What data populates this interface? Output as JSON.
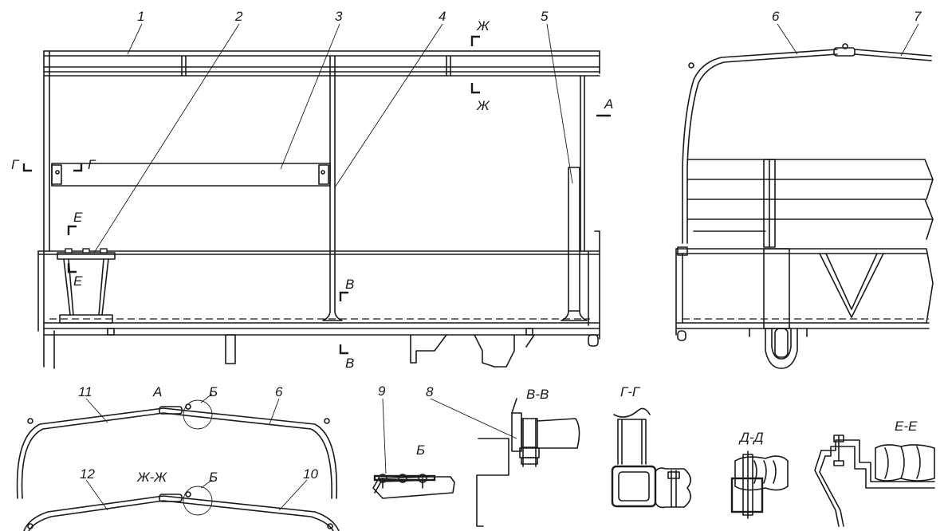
{
  "callouts": [
    "1",
    "2",
    "3",
    "4",
    "5",
    "6",
    "7",
    "8",
    "9",
    "10",
    "11",
    "12"
  ],
  "callout_6_bottom": "6",
  "section_marks": {
    "zh": "Ж",
    "a": "А",
    "g": "Г",
    "e": "Е",
    "v": "В",
    "b": "Б"
  },
  "section_titles": {
    "a": "А",
    "zh_zh": "Ж-Ж",
    "b_detail": "Б",
    "b_circle_top": "Б",
    "b_circle_bottom": "Б",
    "v_v": "В-В",
    "g_g": "Г-Г",
    "d_d": "Д-Д",
    "e_e": "Е-Е"
  }
}
